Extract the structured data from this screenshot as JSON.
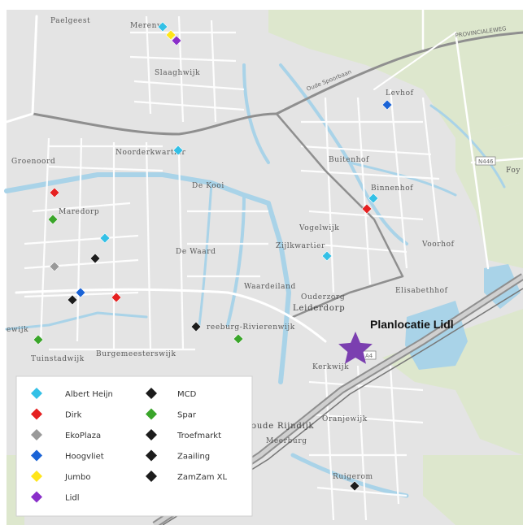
{
  "places": [
    {
      "id": "paelgeest",
      "label": "Paelgeest"
    },
    {
      "id": "merenwijk",
      "label": "Merenw"
    },
    {
      "id": "slaaghwijk",
      "label": "Slaaghwijk"
    },
    {
      "id": "levhof",
      "label": "Levhof"
    },
    {
      "id": "noorderkwartier",
      "label": "Noorderkwartier"
    },
    {
      "id": "groenoord",
      "label": "Groenoord"
    },
    {
      "id": "de-kooi",
      "label": "De Kooi"
    },
    {
      "id": "buitenhof",
      "label": "Buitenhof"
    },
    {
      "id": "binnenhof",
      "label": "Binnenhof"
    },
    {
      "id": "maredorp",
      "label": "Maredorp"
    },
    {
      "id": "vogelwijk",
      "label": "Vogelwijk"
    },
    {
      "id": "zijlkwartier",
      "label": "Zijlkwartier"
    },
    {
      "id": "voorhof",
      "label": "Voorhof"
    },
    {
      "id": "de-waard",
      "label": "De Waard"
    },
    {
      "id": "waardeiland",
      "label": "Waardeiland"
    },
    {
      "id": "oranjezorg",
      "label": "Ouderzorg"
    },
    {
      "id": "elisabethhof",
      "label": "Elisabethhof"
    },
    {
      "id": "leiderdorp",
      "label": "Leiderdorp"
    },
    {
      "id": "rivierenwijk",
      "label": "reeburg-Rivierenwijk"
    },
    {
      "id": "ewijk",
      "label": "ewijk"
    },
    {
      "id": "burgemeesterswijk",
      "label": "Burgemeesterswijk"
    },
    {
      "id": "tuinstadwijk",
      "label": "Tuinstadwijk"
    },
    {
      "id": "kerkwijk",
      "label": "Kerkwijk"
    },
    {
      "id": "oranjewijk",
      "label": "Oranjewijk"
    },
    {
      "id": "oude-rijndijk",
      "label": "oude Rijndijk"
    },
    {
      "id": "meerburg",
      "label": "Meerburg"
    },
    {
      "id": "ruigerom",
      "label": "Ruigerom"
    },
    {
      "id": "foy",
      "label": "Foy"
    }
  ],
  "road_labels": {
    "provinciale_weg": "PROVINCIALEWEG",
    "oude_spoorbaan": "Oude Spoorbaan",
    "n446": "N446",
    "a4": "A4"
  },
  "callout": {
    "label": "Planlocatie Lidl",
    "star_color": "#7b3fb0"
  },
  "legend": {
    "items": [
      {
        "label": "Albert Heijn",
        "color": "#33c0e6"
      },
      {
        "label": "Dirk",
        "color": "#e52020"
      },
      {
        "label": "EkoPlaza",
        "color": "#999999"
      },
      {
        "label": "Hoogvliet",
        "color": "#1a63d6"
      },
      {
        "label": "Jumbo",
        "color": "#ffe51a"
      },
      {
        "label": "Lidl",
        "color": "#8a2fc9"
      },
      {
        "label": "MCD",
        "color": "#1c1c1c"
      },
      {
        "label": "Spar",
        "color": "#3aa52a"
      },
      {
        "label": "Troefmarkt",
        "color": "#1c1c1c"
      },
      {
        "label": "Zaailing",
        "color": "#1c1c1c"
      },
      {
        "label": "ZamZam XL",
        "color": "#1c1c1c"
      }
    ]
  },
  "stores": [
    {
      "brand": "Albert Heijn",
      "color": "#33c0e6"
    },
    {
      "brand": "Jumbo",
      "color": "#ffe51a"
    },
    {
      "brand": "Lidl",
      "color": "#8a2fc9"
    },
    {
      "brand": "Hoogvliet",
      "color": "#1a63d6"
    },
    {
      "brand": "Albert Heijn",
      "color": "#33c0e6"
    },
    {
      "brand": "Albert Heijn",
      "color": "#33c0e6"
    },
    {
      "brand": "Dirk",
      "color": "#e52020"
    },
    {
      "brand": "Dirk",
      "color": "#e52020"
    },
    {
      "brand": "Spar",
      "color": "#3aa52a"
    },
    {
      "brand": "Albert Heijn",
      "color": "#33c0e6"
    },
    {
      "brand": "EkoPlaza",
      "color": "#999999"
    },
    {
      "brand": "MCD",
      "color": "#1c1c1c"
    },
    {
      "brand": "Albert Heijn",
      "color": "#33c0e6"
    },
    {
      "brand": "Hoogvliet",
      "color": "#1a63d6"
    },
    {
      "brand": "Troefmarkt",
      "color": "#1c1c1c"
    },
    {
      "brand": "Dirk",
      "color": "#e52020"
    },
    {
      "brand": "Zaailing",
      "color": "#1c1c1c"
    },
    {
      "brand": "Spar",
      "color": "#3aa52a"
    },
    {
      "brand": "Spar",
      "color": "#3aa52a"
    },
    {
      "brand": "ZamZam XL",
      "color": "#1c1c1c"
    }
  ],
  "colors": {
    "urban": "#e6e6e6",
    "green": "#dfe8d0",
    "water": "#a8d4e8",
    "road": "#ffffff",
    "major_road": "#8c8c8c"
  }
}
